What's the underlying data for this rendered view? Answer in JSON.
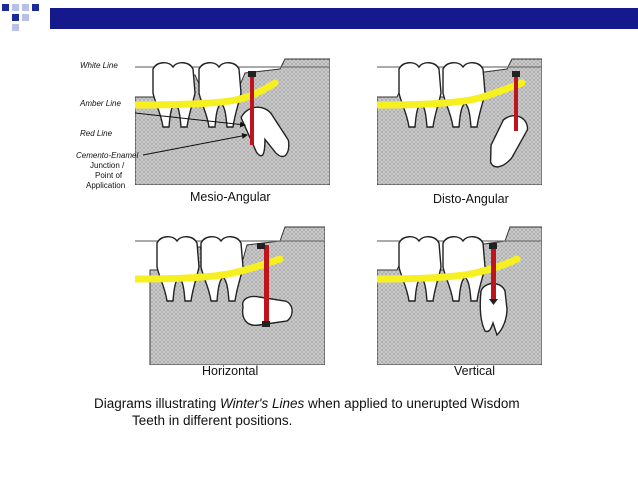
{
  "slide": {
    "accent_color": "#141a8c",
    "decor_color": "#1a2a9c"
  },
  "labels": {
    "white_line": "White Line",
    "amber_line": "Amber Line",
    "red_line": "Red Line",
    "cej_1": "Cemento-Enamel",
    "cej_2": "Junction /",
    "cej_3": "Point of",
    "cej_4": "Application"
  },
  "panels": [
    {
      "caption": "Mesio-Angular"
    },
    {
      "caption": "Disto-Angular"
    },
    {
      "caption": "Horizontal"
    },
    {
      "caption": "Vertical"
    }
  ],
  "caption": {
    "before": "Diagrams illustrating ",
    "emphasis": "Winter's Lines",
    "after": " when applied to unerupted Wisdom",
    "line2": "Teeth in different positions."
  },
  "colors": {
    "white_line": "#777777",
    "amber_line": "#f7f020",
    "red_line": "#c0141c",
    "bone": "#bfbfbf"
  }
}
